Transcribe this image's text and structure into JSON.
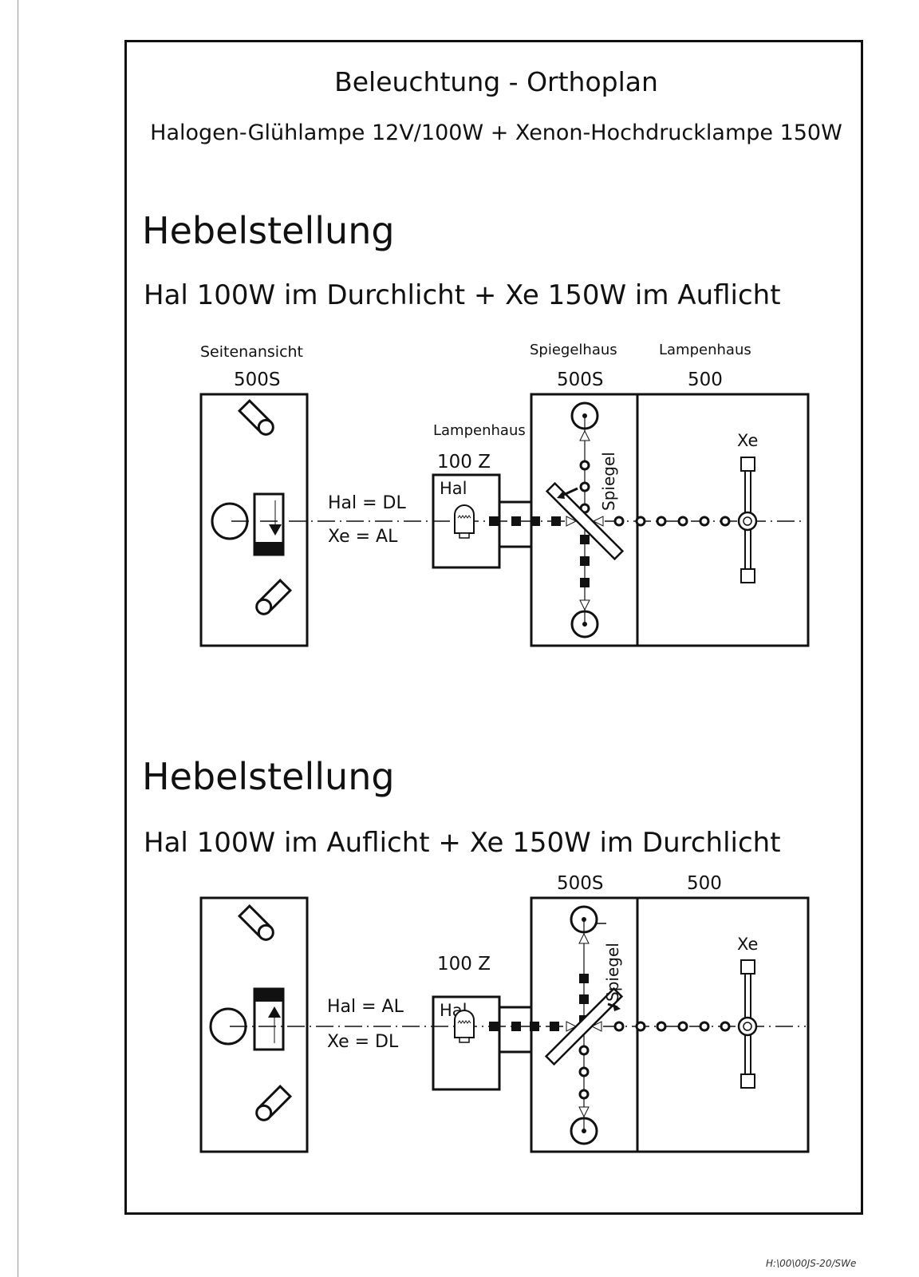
{
  "document": {
    "title": "Beleuchtung - Orthoplan",
    "subtitle": "Halogen-Glühlampe 12V/100W + Xenon-Hochdrucklampe 150W",
    "footer_path": "H:\\00\\00JS-20/SWe"
  },
  "sections": [
    {
      "heading": "Hebelstellung",
      "description": "Hal 100W im Durchlicht + Xe 150W im Auflicht",
      "labels": {
        "side_view": "Seitenansicht",
        "side_model": "500S",
        "lamp_house_small_title": "Lampenhaus",
        "lamp_house_small_model": "100 Z",
        "lamp_hal": "Hal",
        "mirror_house_title": "Spiegelhaus",
        "mirror_house_model": "500S",
        "lamp_house_big_title": "Lampenhaus",
        "lamp_house_big_model": "500",
        "mirror": "Spiegel",
        "lamp_xe": "Xe",
        "setting_hal": "Hal = DL",
        "setting_xe": "Xe = AL"
      },
      "lever_direction": "down"
    },
    {
      "heading": "Hebelstellung",
      "description": "Hal 100W im Auflicht + Xe 150W im Durchlicht",
      "labels": {
        "lamp_house_small_model": "100 Z",
        "lamp_hal": "Hal",
        "mirror_house_model": "500S",
        "lamp_house_big_model": "500",
        "mirror": "Spiegel",
        "lamp_xe": "Xe",
        "setting_hal": "Hal = AL",
        "setting_xe": "Xe = DL"
      },
      "lever_direction": "up"
    }
  ]
}
